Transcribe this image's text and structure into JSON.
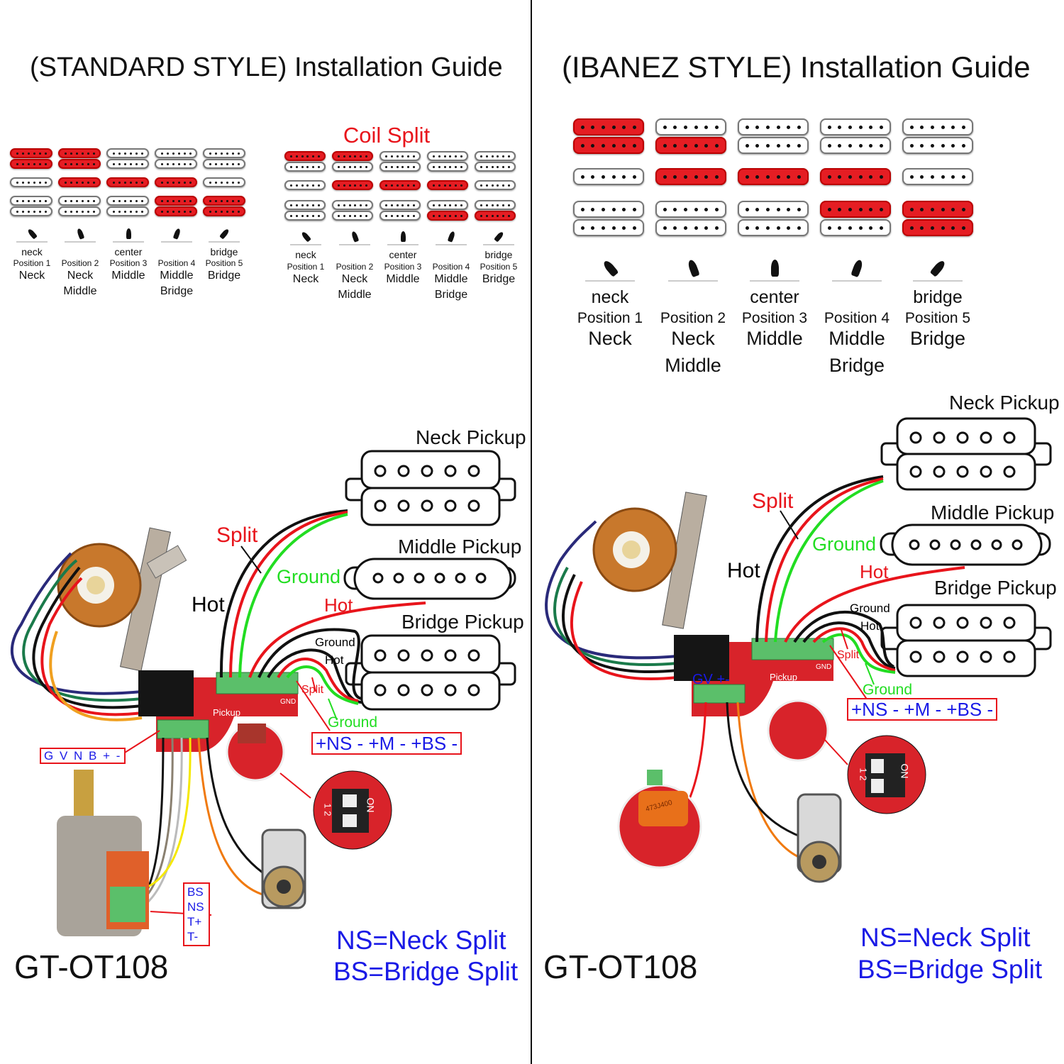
{
  "left": {
    "title": "(STANDARD STYLE) Installation Guide",
    "coil_split_label": "Coil Split",
    "positions": [
      {
        "top": "neck",
        "pos": "Position 1",
        "l1": "Neck",
        "l2": ""
      },
      {
        "top": "",
        "pos": "Position 2",
        "l1": "Neck",
        "l2": "Middle"
      },
      {
        "top": "center",
        "pos": "Position 3",
        "l1": "Middle",
        "l2": ""
      },
      {
        "top": "",
        "pos": "Position 4",
        "l1": "Middle",
        "l2": "Bridge"
      },
      {
        "top": "bridge",
        "pos": "Position 5",
        "l1": "Bridge",
        "l2": ""
      }
    ],
    "standard_active": [
      [
        1,
        1,
        0,
        0,
        0
      ],
      [
        1,
        1,
        1,
        0,
        0
      ],
      [
        0,
        0,
        1,
        0,
        0
      ],
      [
        0,
        0,
        1,
        1,
        1
      ],
      [
        0,
        0,
        0,
        1,
        1
      ]
    ],
    "split_active": [
      [
        1,
        0,
        0,
        0,
        0
      ],
      [
        1,
        0,
        1,
        0,
        0
      ],
      [
        0,
        0,
        1,
        0,
        0
      ],
      [
        0,
        0,
        1,
        0,
        1
      ],
      [
        0,
        0,
        0,
        0,
        1
      ]
    ],
    "neck_pickup": "Neck Pickup",
    "middle_pickup": "Middle Pickup",
    "bridge_pickup": "Bridge Pickup",
    "split": "Split",
    "ground": "Ground",
    "hot": "Hot",
    "hot_red": "Hot",
    "small_ground": "Ground",
    "small_hot": "Hot",
    "small_split": "Split",
    "small_ground2": "Ground",
    "terminal_label": "+NS - +M - +BS -",
    "gvnb_label": "G V N B + -",
    "pot_labels": [
      "BS",
      "NS",
      "T+",
      "T-"
    ],
    "model": "GT-OT108",
    "legend": [
      "NS=Neck Split",
      "BS=Bridge Split"
    ],
    "board": {
      "pickup": "Pickup",
      "gnd": "GND",
      "dip_on": "ON",
      "dip_nums": "1 2"
    }
  },
  "right": {
    "title": "(IBANEZ STYLE) Installation Guide",
    "positions": [
      {
        "top": "neck",
        "pos": "Position 1",
        "l1": "Neck",
        "l2": ""
      },
      {
        "top": "",
        "pos": "Position 2",
        "l1": "Neck",
        "l2": "Middle"
      },
      {
        "top": "center",
        "pos": "Position 3",
        "l1": "Middle",
        "l2": ""
      },
      {
        "top": "",
        "pos": "Position 4",
        "l1": "Middle",
        "l2": "Bridge"
      },
      {
        "top": "bridge",
        "pos": "Position 5",
        "l1": "Bridge",
        "l2": ""
      }
    ],
    "active": [
      [
        1,
        1,
        0,
        0,
        0
      ],
      [
        0,
        1,
        1,
        0,
        0
      ],
      [
        0,
        0,
        1,
        0,
        0
      ],
      [
        0,
        0,
        1,
        1,
        0
      ],
      [
        0,
        0,
        0,
        1,
        1
      ]
    ],
    "neck_pickup": "Neck Pickup",
    "middle_pickup": "Middle Pickup",
    "bridge_pickup": "Bridge Pickup",
    "split": "Split",
    "ground": "Ground",
    "hot": "Hot",
    "hot_red": "Hot",
    "small_ground": "Ground",
    "small_hot": "Hot",
    "small_split": "Split",
    "small_ground2": "Ground",
    "terminal_label": "+NS - +M - +BS -",
    "gv_label": "GV +-",
    "cap_label": "473J400",
    "model": "GT-OT108",
    "legend": [
      "NS=Neck Split",
      "BS=Bridge Split"
    ],
    "board": {
      "pickup": "Pickup",
      "gnd": "GND",
      "dip_on": "ON",
      "dip_nums": "1 2"
    }
  },
  "colors": {
    "red": "#e8141b",
    "green": "#22dd22",
    "blue": "#1a1ae6",
    "board": "#d8232a",
    "terminal": "#5bbf6a"
  }
}
